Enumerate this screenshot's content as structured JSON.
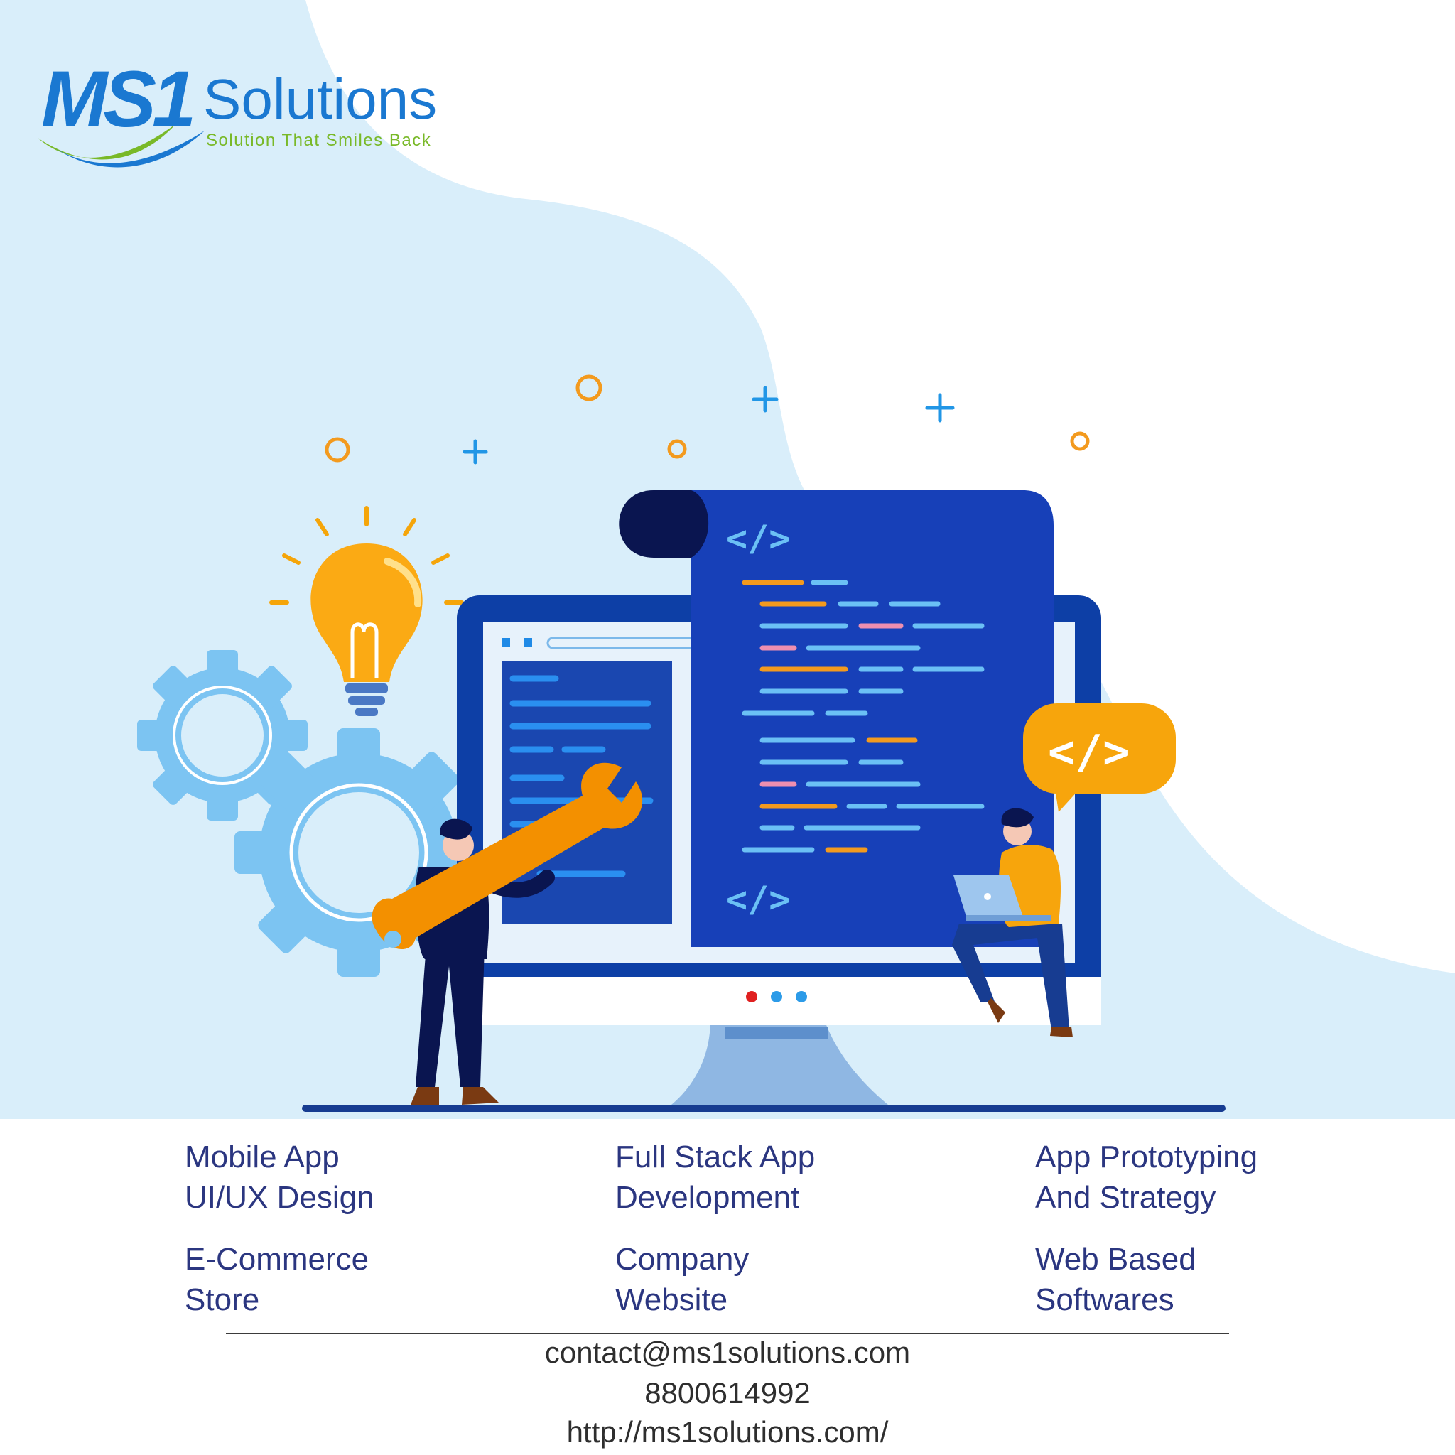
{
  "brand": {
    "mark": "MS1",
    "name": "Solutions",
    "tagline": "Solution That Smiles Back",
    "colors": {
      "blue": "#1a78d1",
      "green": "#79b928"
    }
  },
  "illustration": {
    "code_tags": [
      "</>",
      "</>",
      "</>"
    ],
    "icons": [
      "lightbulb-icon",
      "gear-icon",
      "wrench-icon",
      "code-icon",
      "laptop-icon"
    ],
    "colors": {
      "background_blob": "#d9eefa",
      "screen_blue": "#1740b8",
      "accent_orange": "#f59a00",
      "light_blue": "#7cc4f2"
    }
  },
  "services": [
    {
      "line1": "Mobile App",
      "line2": "UI/UX Design"
    },
    {
      "line1": "Full Stack App",
      "line2": "Development"
    },
    {
      "line1": "App Prototyping",
      "line2": "And Strategy"
    },
    {
      "line1": "E-Commerce",
      "line2": "Store"
    },
    {
      "line1": "Company",
      "line2": "Website"
    },
    {
      "line1": "Web Based",
      "line2": "Softwares"
    }
  ],
  "contact": {
    "email": "contact@ms1solutions.com",
    "phone": "8800614992",
    "website": "http://ms1solutions.com/"
  }
}
